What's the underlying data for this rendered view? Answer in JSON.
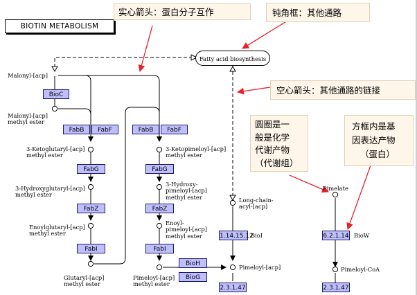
{
  "title": "BIOTIN METABOLISM",
  "pathway_box": "Fatty acid biosynthesis",
  "callouts": {
    "solid_arrow": "实心箭头：蛋白分子互作",
    "rounded_box": "钝角框：其他通路",
    "hollow_arrow": "空心箭头：其他通路的链接",
    "circle": [
      "圆圈是一",
      "般是化学",
      "代谢产物",
      "（代谢组）"
    ],
    "square": [
      "方框内是基",
      "因表达产物",
      "（蛋白）"
    ]
  },
  "enzymes": {
    "bioc": "BioC",
    "fabb_1": "FabB",
    "fabf_1": "FabF",
    "fabb_2": "FabB",
    "fabf_2": "FabF",
    "fabg_1": "FabG",
    "fabg_2": "FabG",
    "fabz_1": "FabZ",
    "fabz_2": "FabZ",
    "fabi_1": "FabI",
    "fabi_2": "FabI",
    "bioh": "BioH",
    "biog": "BioG",
    "ec_1_14_15_12": "1.14.15.12",
    "ec_6_2_1_14": "6.2.1.14",
    "ec_2_3_1_47_a": "2.3.1.47",
    "ec_2_3_1_47_b": "2.3.1.47"
  },
  "gene_labels": {
    "biol": "BioI",
    "biow": "BioW"
  },
  "compounds": {
    "malonyl_acp": "Malonyl-[acp]",
    "malonyl_acp_me": [
      "Malonyl-[acp]",
      "methyl ester"
    ],
    "ketoglutaryl": [
      "3-Ketoglutaryl-[acp]",
      "methyl ester"
    ],
    "hydroxyglutaryl": [
      "3-Hydroxyglutaryl-[acp]",
      "methyl ester"
    ],
    "enoylglutaryl": [
      "Enoylglutaryl-[acp]",
      "methyl ester"
    ],
    "glutaryl": [
      "Glutaryl-[acp]",
      "methyl ester"
    ],
    "ketopimeloyl": [
      "3-Ketopimeloyl-[acp]",
      "methyl ester"
    ],
    "hydroxypimeloyl": [
      "3-Hydroxy-",
      "pimeloyl-[acp]",
      "methyl ester"
    ],
    "enoylpimeloyl": [
      "Enoyl-",
      "pimeloyl-[acp]",
      "methyl ester"
    ],
    "pimeloyl_me": [
      "Pimeloyl-[acp]",
      "methyl ester"
    ],
    "pimeloyl_acp": "Pimeloyl-[acp]",
    "long_chain": [
      "Long-chain-",
      "acyl-[acp]"
    ],
    "pimelate": "Pimelate",
    "pimeloyl_coa": "Pimeloyl-CoA"
  },
  "colors": {
    "enzyme_fill": "#bfbffd",
    "callout_fill": "#fff6ea",
    "annotation_arrow": "#e8202a"
  }
}
